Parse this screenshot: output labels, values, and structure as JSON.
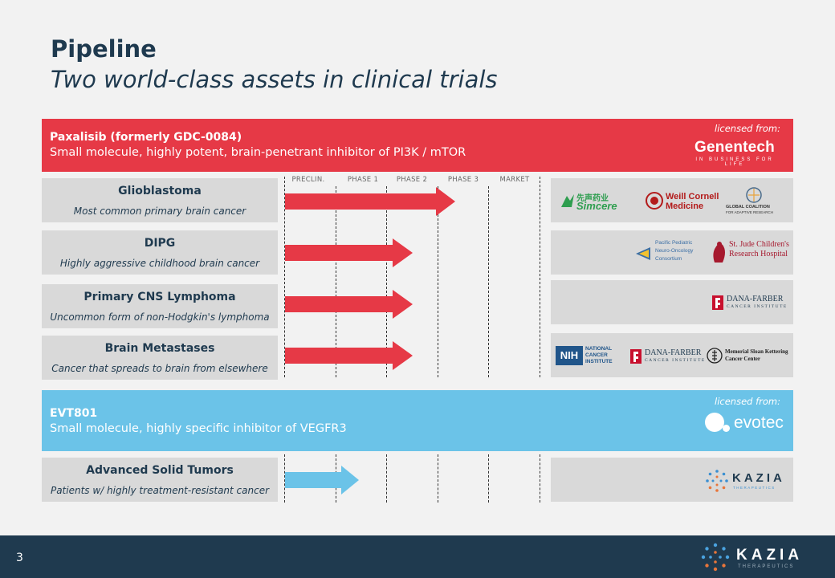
{
  "header": {
    "title": "Pipeline",
    "subtitle": "Two world-class assets in clinical trials"
  },
  "phases": [
    "PRECLIN.",
    "PHASE 1",
    "PHASE 2",
    "PHASE 3",
    "MARKET"
  ],
  "assets": [
    {
      "name": "Paxalisib (formerly GDC-0084)",
      "description": "Small molecule, highly potent, brain-penetrant inhibitor of PI3K / mTOR",
      "licensed_label": "licensed from:",
      "licensor_logo": {
        "name": "Genentech",
        "tagline": "IN BUSINESS FOR LIFE"
      },
      "color": "#e63946",
      "indications": [
        {
          "name": "Glioblastoma",
          "description": "Most common primary brain cancer",
          "progress_phase": "PHASE 3",
          "partner_logos": [
            {
              "name": "先声药业",
              "subtitle": "Simcere"
            },
            {
              "name": "Weill Cornell",
              "subtitle": "Medicine"
            },
            {
              "name": "GLOBAL COALITION",
              "subtitle": "FOR ADAPTIVE RESEARCH"
            }
          ]
        },
        {
          "name": "DIPG",
          "description": "Highly aggressive childhood brain cancer",
          "progress_phase": "PHASE 2",
          "partner_logos": [
            {
              "name": "Pacific Pediatric",
              "subtitle": "Neuro-Oncology",
              "subtitle2": "Consortium"
            },
            {
              "name": "St. Jude Children's",
              "subtitle": "Research Hospital"
            }
          ]
        },
        {
          "name": "Primary CNS Lymphoma",
          "description": "Uncommon form of non-Hodgkin's lymphoma",
          "progress_phase": "PHASE 2",
          "partner_logos": [
            {
              "name": "DANA-FARBER",
              "subtitle": "CANCER INSTITUTE"
            }
          ]
        },
        {
          "name": "Brain Metastases",
          "description": "Cancer that spreads to brain from elsewhere",
          "progress_phase": "PHASE 2",
          "partner_logos": [
            {
              "name": "NIH",
              "subtitle": "NATIONAL CANCER INSTITUTE"
            },
            {
              "name": "DANA-FARBER",
              "subtitle": "CANCER INSTITUTE"
            },
            {
              "name": "Memorial Sloan Kettering",
              "subtitle": "Cancer Center"
            }
          ]
        }
      ]
    },
    {
      "name": "EVT801",
      "description": "Small molecule, highly specific inhibitor of VEGFR3",
      "licensed_label": "licensed from:",
      "licensor_logo": {
        "name": "evotec"
      },
      "color": "#6bc3e8",
      "indications": [
        {
          "name": "Advanced Solid Tumors",
          "description": "Patients w/ highly treatment-resistant cancer",
          "progress_phase": "PHASE 1",
          "partner_logos": [
            {
              "name": "KAZIA",
              "subtitle": "THERAPEUTICS"
            }
          ]
        }
      ]
    }
  ],
  "footer": {
    "page_number": "3",
    "logo": {
      "name": "KAZIA",
      "subtitle": "THERAPEUTICS"
    }
  },
  "colors": {
    "navy": "#1f3a4f",
    "red": "#e63946",
    "blue": "#6bc3e8",
    "panel": "#d9d9d9",
    "background": "#f2f2f2"
  }
}
